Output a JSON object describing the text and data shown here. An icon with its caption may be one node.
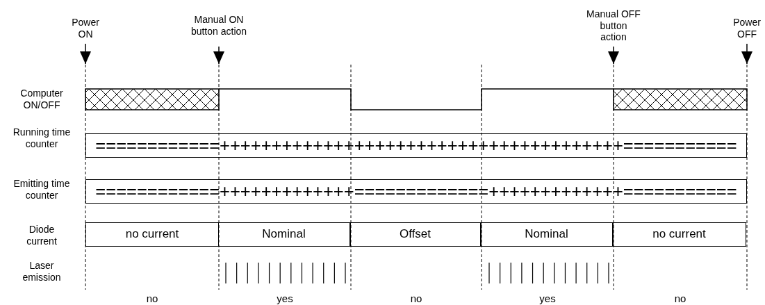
{
  "diagram": {
    "nodes": [
      {
        "text": [
          "Power ON"
        ]
      },
      {
        "text": [
          "Manual ON button action"
        ]
      },
      {
        "text": [
          "Manual OFF button action"
        ]
      },
      {
        "text": [
          "Power OFF"
        ]
      },
      {
        "text": [
          "============+++++++++++++++++++++++++++++++++++++++==========="
        ]
      },
      {
        "text": [
          "============+++++++++++++=============+++++++++++++==========="
        ]
      },
      {
        "text": [
          "no current"
        ]
      },
      {
        "text": [
          "Nominal"
        ]
      },
      {
        "text": [
          "Offset"
        ]
      },
      {
        "text": [
          "Nominal"
        ]
      },
      {
        "text": [
          "no current"
        ]
      }
    ],
    "edges": [
      {
        "from": 0,
        "to": null,
        "arrow": "to"
      },
      {
        "from": 1,
        "to": null,
        "arrow": "to"
      },
      {
        "from": 2,
        "to": null,
        "arrow": "to"
      },
      {
        "from": 3,
        "to": null,
        "arrow": "to"
      }
    ],
    "labels": [
      "Computer ON/OFF",
      "Running time counter",
      "Emitting time counter",
      "Diode current",
      "Laser emission",
      "no",
      "yes",
      "no",
      "yes",
      "no"
    ]
  }
}
